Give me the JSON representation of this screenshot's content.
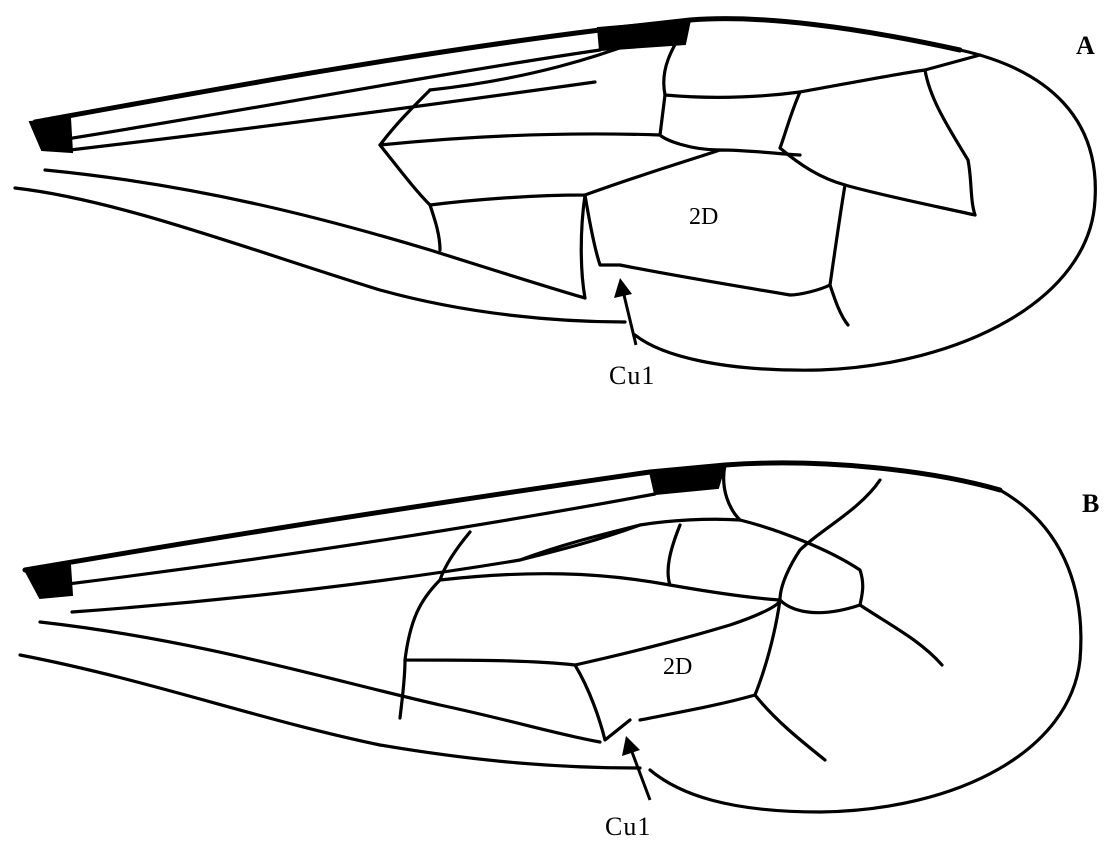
{
  "panels": [
    {
      "label": "A",
      "cell_label": "2D",
      "arrow_label": "Cu1"
    },
    {
      "label": "B",
      "cell_label": "2D",
      "arrow_label": "Cu1"
    }
  ]
}
